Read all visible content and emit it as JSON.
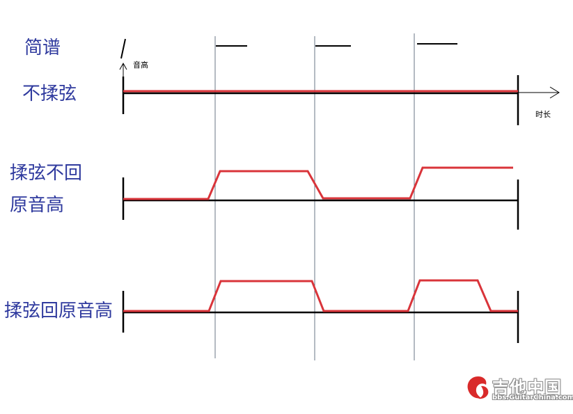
{
  "labels": {
    "jianpu": "简谱",
    "no_vibrato": "不揉弦",
    "vibrato_no_return_line1": "揉弦不回",
    "vibrato_no_return_line2": "原音高",
    "vibrato_return": "揉弦回原音高",
    "pitch_axis": "音高",
    "time_axis": "时长"
  },
  "watermark": {
    "main": "吉他中国",
    "sub": "bbs.GuitarChina.com"
  },
  "colors": {
    "label_blue": "#2f3a9e",
    "curve_red": "#d9343a",
    "axis_black": "#000000",
    "guide_gray": "#6a7486",
    "logo_red": "#d92a2a"
  }
}
